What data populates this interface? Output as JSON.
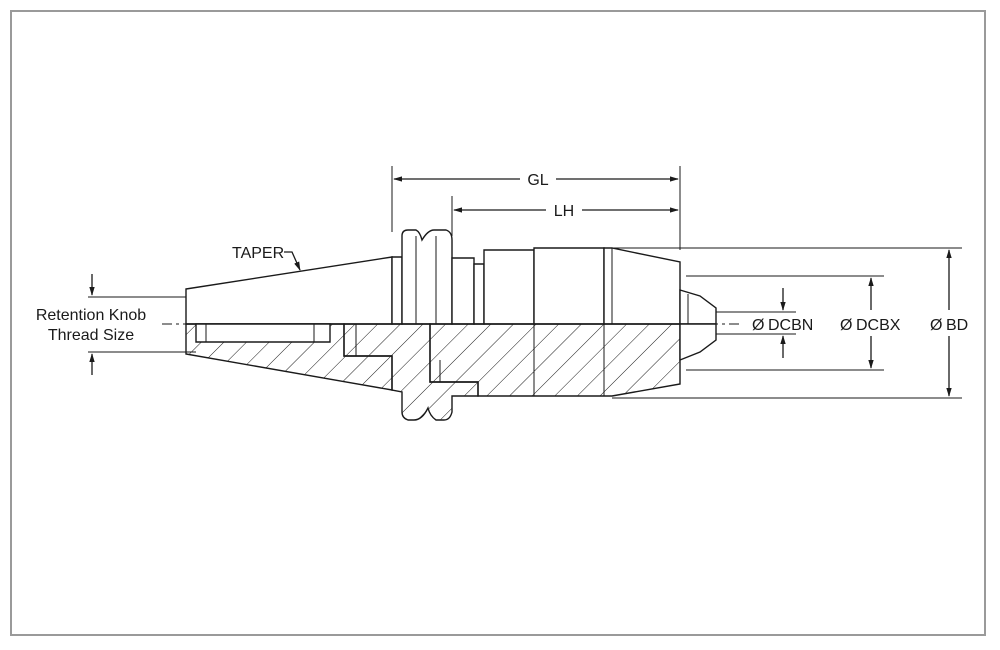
{
  "labels": {
    "gl": "GL",
    "lh": "LH",
    "taper": "TAPER",
    "retention_line1": "Retention Knob",
    "retention_line2": "Thread Size",
    "dcbn": "DCBN",
    "dcbx": "DCBX",
    "bd": "BD",
    "diameter_symbol": "Ø"
  },
  "colors": {
    "line": "#1a1a1a",
    "frame": "#9a9a9a",
    "background": "#ffffff"
  }
}
